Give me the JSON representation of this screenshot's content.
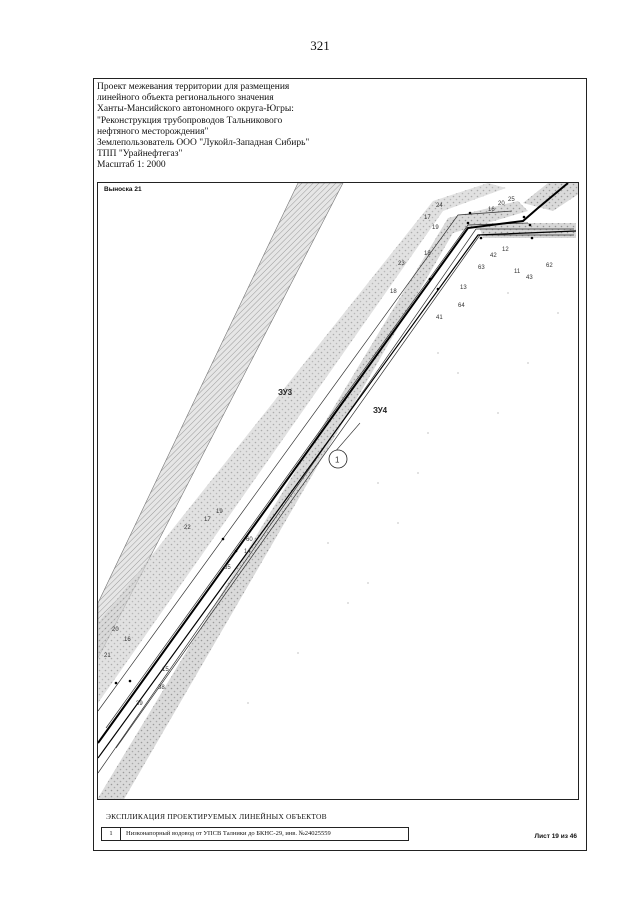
{
  "page_number": "321",
  "header": {
    "lines": [
      "Проект межевания территории для размещения",
      "линейного объекта регионального значения",
      "Ханты-Мансийского автономного округа-Югры:",
      "\"Реконструкция трубопроводов Тальникового",
      "нефтяного месторождения\"",
      "Землепользователь ООО \"Лукойл-Западная Сибирь\"",
      "ТПП \"Урайнефтегаз\"",
      "Масштаб 1: 2000"
    ]
  },
  "map": {
    "insert_title": "Выноска 21",
    "zones": [
      "ЗУ3",
      "ЗУ4"
    ],
    "object_number": "1",
    "point_labels": {
      "p24": "24",
      "p25": "25",
      "p20a": "20",
      "p16a": "16",
      "p17a": "17",
      "p19a": "19",
      "p12": "12",
      "p42": "42",
      "p63": "63",
      "p11": "11",
      "p43": "43",
      "p62": "62",
      "p18a": "18",
      "p23": "23",
      "p18b": "18",
      "p13": "13",
      "p64": "64",
      "p41": "41",
      "p19b": "19",
      "p17b": "17",
      "p22": "22",
      "p60": "60",
      "p14": "14",
      "p65": "65",
      "p20b": "20",
      "p16b": "16",
      "p21": "21",
      "p15": "15",
      "p38": "38",
      "p39": "39"
    }
  },
  "legend": {
    "title": "ЭКСПЛИКАЦИЯ ПРОЕКТИРУЕМЫХ ЛИНЕЙНЫХ ОБЪЕКТОВ",
    "rows": [
      {
        "num": "1",
        "description": "Низконапорный водовод от УПСВ Талники до БКНС-29, инв. №24025559"
      }
    ]
  },
  "sheet_label": "Лист 19 из 46"
}
